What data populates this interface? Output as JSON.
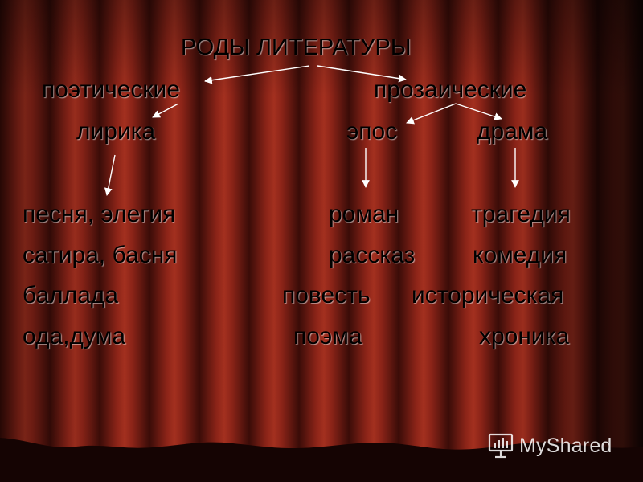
{
  "title": "РОДЫ ЛИТЕРАТУРЫ",
  "branches": {
    "poetic": "поэтические",
    "prosaic": "прозаические"
  },
  "kinds": {
    "lyric": "лирика",
    "epic": "эпос",
    "drama": "драма"
  },
  "genres": {
    "lyric": [
      "песня, элегия",
      "сатира, басня",
      "баллада",
      "ода,дума"
    ],
    "epic": [
      "роман",
      "рассказ",
      "повесть",
      "поэма"
    ],
    "drama": [
      "трагедия",
      "комедия",
      "историческая",
      "хроника"
    ]
  },
  "watermark": {
    "text": "MyShared",
    "icon": "presentation-board-icon"
  },
  "colors": {
    "text": "#000000",
    "curtain": "#7a1a12",
    "arrow": "#ffffff"
  }
}
